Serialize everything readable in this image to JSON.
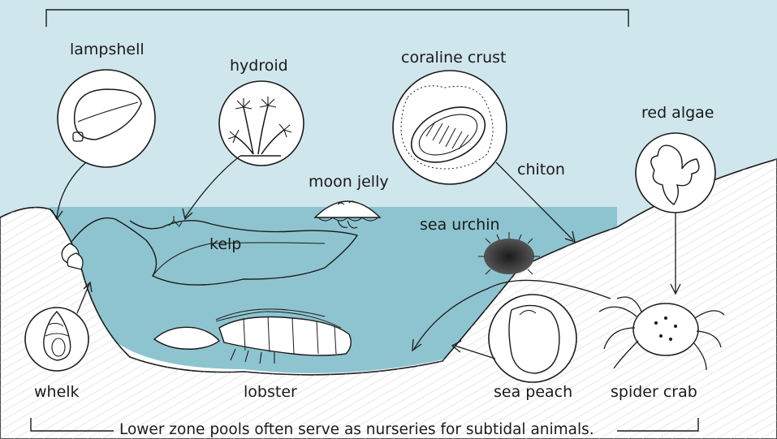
{
  "colors": {
    "sky": "#cfe6ec",
    "water": "#8ec4cf",
    "rock": "#ffffff",
    "hatch": "#c4c4c4",
    "ink": "#1a1a1a"
  },
  "labels": {
    "lampshell": "lampshell",
    "hydroid": "hydroid",
    "coraline_crust": "coraline crust",
    "red_algae": "red algae",
    "moon_jelly": "moon jelly",
    "chiton": "chiton",
    "sea_urchin": "sea urchin",
    "kelp": "kelp",
    "whelk": "whelk",
    "lobster": "lobster",
    "sea_peach": "sea peach",
    "spider_crab": "spider crab"
  },
  "caption": "Lower zone pools often serve as nurseries for subtidal animals."
}
